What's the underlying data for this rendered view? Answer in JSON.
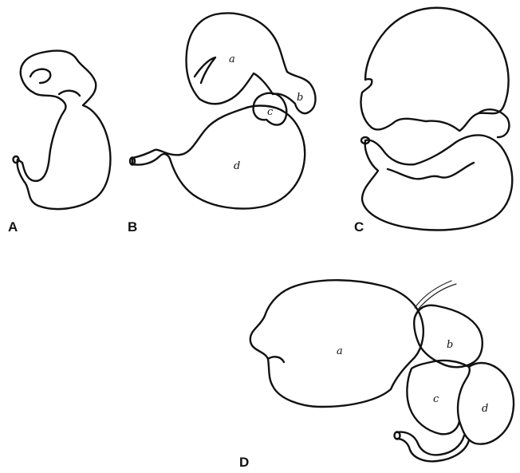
{
  "panels": [
    {
      "label": "A",
      "parts": []
    },
    {
      "label": "B",
      "parts": [
        "a",
        "b",
        "c",
        "d"
      ]
    },
    {
      "label": "C",
      "parts": []
    },
    {
      "label": "D",
      "parts": [
        "a",
        "b",
        "c",
        "d"
      ]
    }
  ]
}
